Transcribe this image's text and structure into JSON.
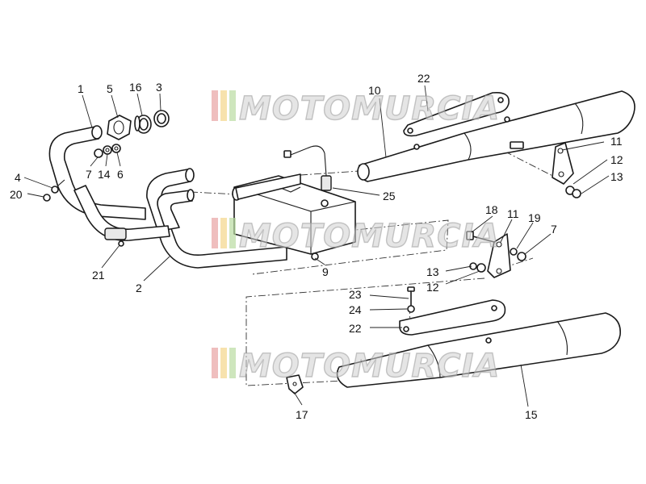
{
  "watermark": {
    "text": "MOTOMURCIA",
    "stripe_colors": [
      "#e8a3a3",
      "#f3d58a",
      "#b9dca1"
    ]
  },
  "callouts": [
    {
      "id": "c1",
      "label": "1"
    },
    {
      "id": "c5",
      "label": "5"
    },
    {
      "id": "c16",
      "label": "16"
    },
    {
      "id": "c3",
      "label": "3"
    },
    {
      "id": "c7a",
      "label": "7"
    },
    {
      "id": "c14",
      "label": "14"
    },
    {
      "id": "c6",
      "label": "6"
    },
    {
      "id": "c4",
      "label": "4"
    },
    {
      "id": "c20",
      "label": "20"
    },
    {
      "id": "c21",
      "label": "21"
    },
    {
      "id": "c2",
      "label": "2"
    },
    {
      "id": "c10",
      "label": "10"
    },
    {
      "id": "c22a",
      "label": "22"
    },
    {
      "id": "c11a",
      "label": "11"
    },
    {
      "id": "c12a",
      "label": "12"
    },
    {
      "id": "c13a",
      "label": "13"
    },
    {
      "id": "c25",
      "label": "25"
    },
    {
      "id": "c9",
      "label": "9"
    },
    {
      "id": "c18",
      "label": "18"
    },
    {
      "id": "c11b",
      "label": "11"
    },
    {
      "id": "c19",
      "label": "19"
    },
    {
      "id": "c7b",
      "label": "7"
    },
    {
      "id": "c13b",
      "label": "13"
    },
    {
      "id": "c12b",
      "label": "12"
    },
    {
      "id": "c23",
      "label": "23"
    },
    {
      "id": "c24",
      "label": "24"
    },
    {
      "id": "c22b",
      "label": "22"
    },
    {
      "id": "c17",
      "label": "17"
    },
    {
      "id": "c15",
      "label": "15"
    }
  ]
}
